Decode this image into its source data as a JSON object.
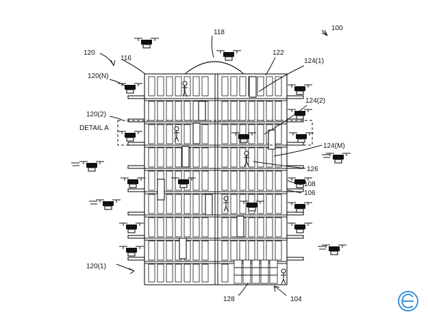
{
  "figure": {
    "ref_labels": {
      "fig_ref": "100",
      "building": "104",
      "floor_layer": "106",
      "wall": "108",
      "roof": "116",
      "dome": "118",
      "levels": "120",
      "level_top": "120(N)",
      "level_2": "120(2)",
      "level_1": "120(1)",
      "bay": "122",
      "bay_1": "124(1)",
      "bay_2": "124(2)",
      "bay_m": "124(M)",
      "person": "126",
      "entrance": "128"
    },
    "detail_label": "DETAIL A"
  },
  "watermark": {
    "icon": "e-circle-logo",
    "color": "#3a8fd9"
  }
}
